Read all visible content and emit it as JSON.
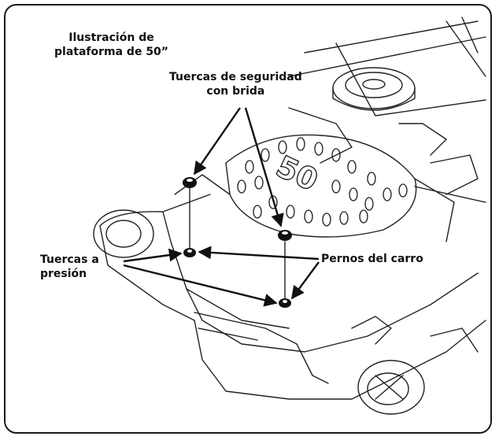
{
  "title": {
    "line1": "Ilustración de",
    "line2": "plataforma de 50”"
  },
  "deck_mark": "50",
  "labels": {
    "flange_nuts": {
      "line1": "Tuercas de seguridad",
      "line2": "con brida"
    },
    "push_nuts": {
      "line1": "Tuercas a",
      "line2": "presión"
    },
    "carriage_bolts": "Pernos del carro"
  },
  "colors": {
    "line": "#1a1a1a",
    "part": "#111111"
  }
}
